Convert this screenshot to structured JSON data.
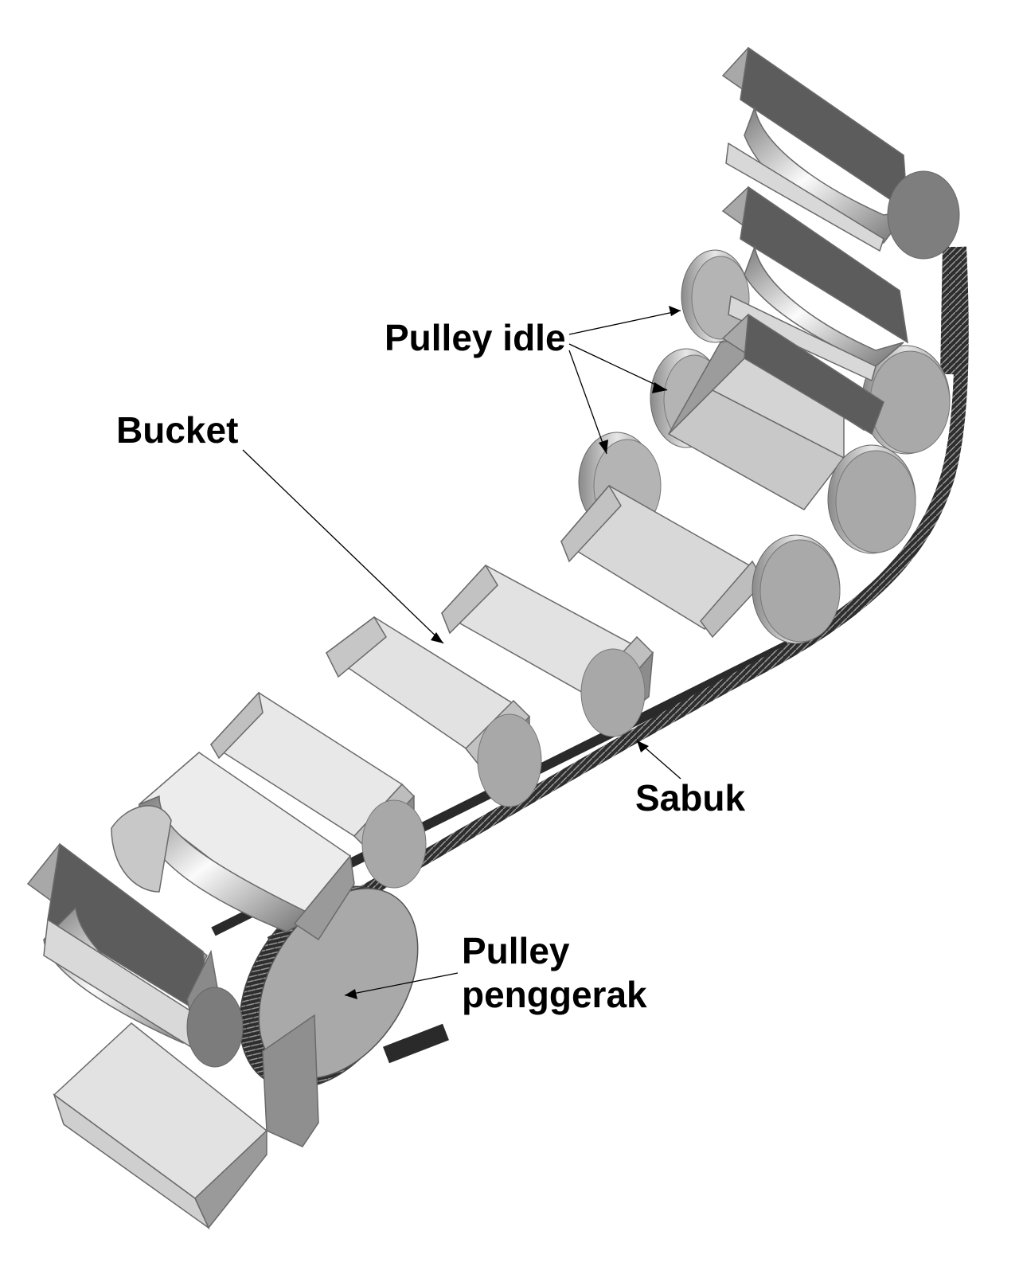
{
  "labels": {
    "pulley_idle": "Pulley idle",
    "bucket": "Bucket",
    "sabuk": "Sabuk",
    "pulley_penggerak_line1": "Pulley",
    "pulley_penggerak_line2": "penggerak"
  },
  "colors": {
    "background": "#ffffff",
    "part_light": "#e2e2e2",
    "part_mid": "#a8a8a8",
    "part_dark": "#5c5c5c",
    "belt": "#2e2e2e",
    "label_text": "#000000"
  }
}
